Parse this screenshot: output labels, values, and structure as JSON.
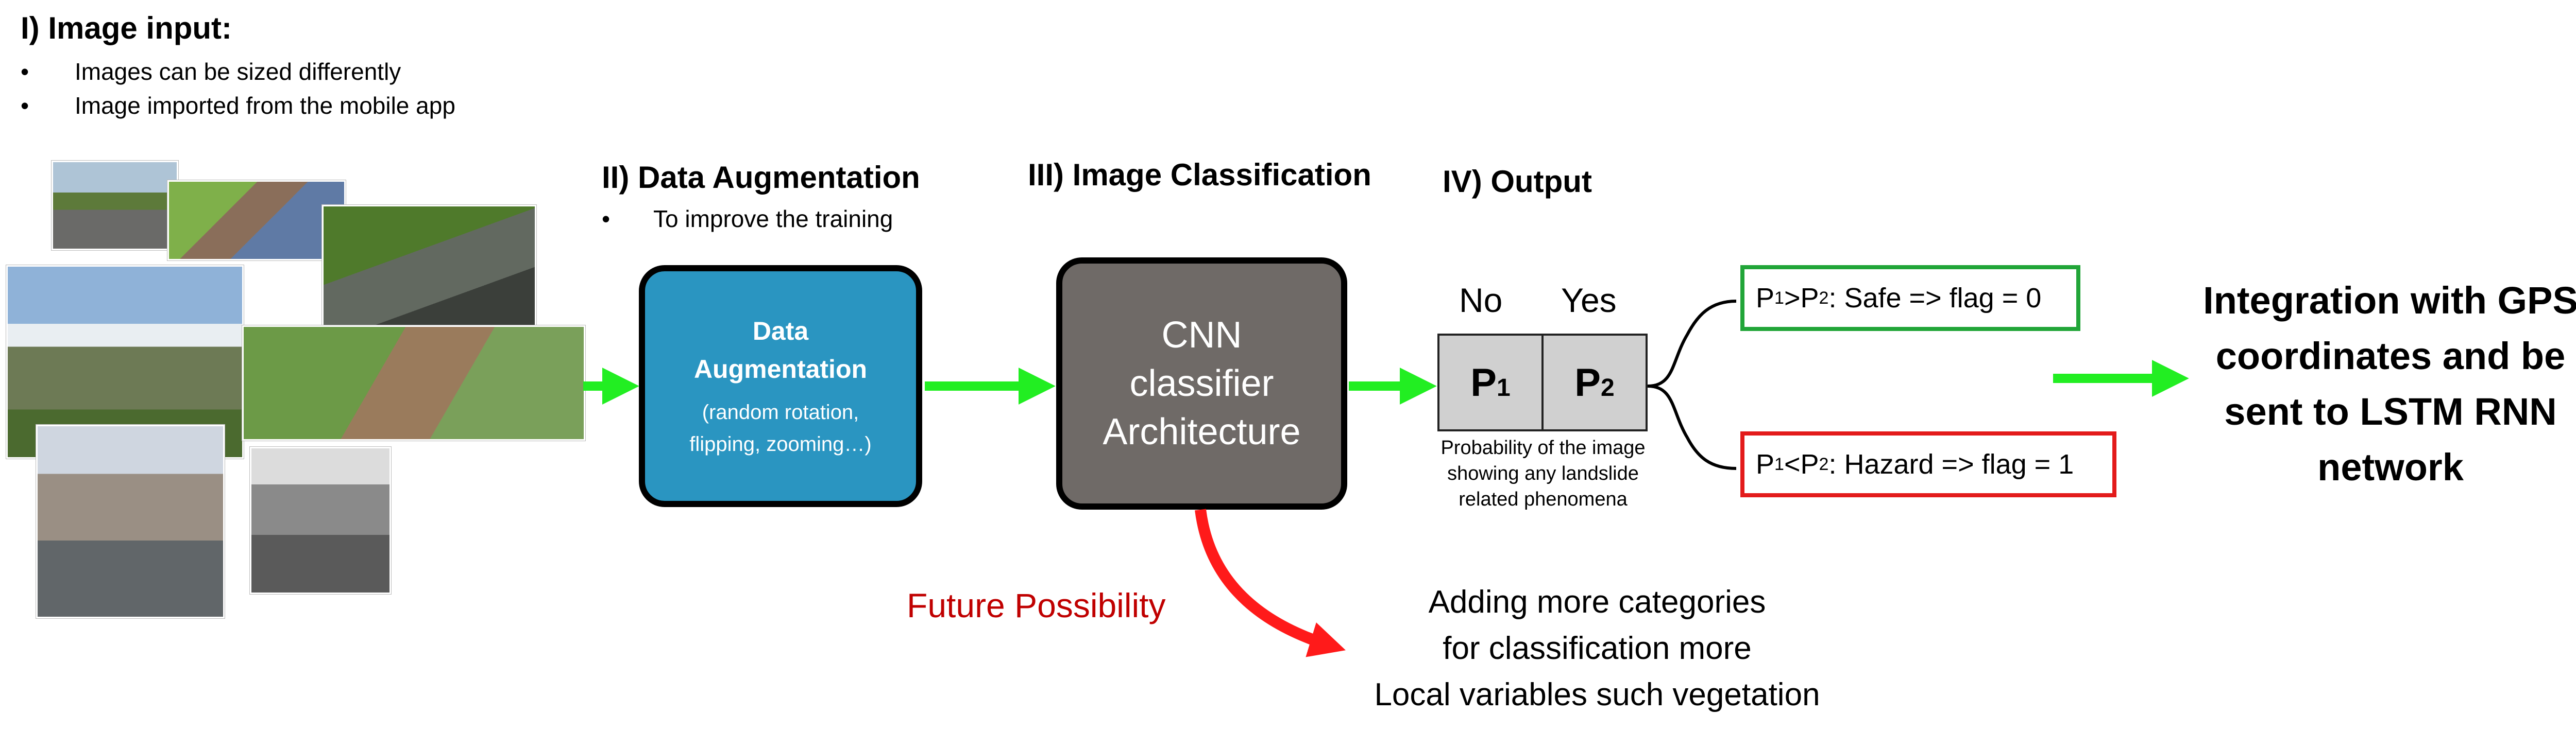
{
  "section1": {
    "title": "I) Image input:",
    "bullets": [
      "Images can be sized differently",
      "Image imported from the mobile app"
    ]
  },
  "section2": {
    "title": "II) Data Augmentation",
    "bullet": "To improve the training",
    "box_title_1": "Data",
    "box_title_2": "Augmentation",
    "box_sub_1": "(random rotation,",
    "box_sub_2": "flipping, zooming…)"
  },
  "section3": {
    "title": "III) Image Classification",
    "box_line_1": "CNN",
    "box_line_2": "classifier",
    "box_line_3": "Architecture"
  },
  "section4": {
    "title": "IV) Output",
    "no_label": "No",
    "yes_label": "Yes",
    "p1_main": "P",
    "p1_sub": "1",
    "p2_main": "P",
    "p2_sub": "2",
    "caption_1": "Probability of the image",
    "caption_2": "showing any landslide",
    "caption_3": "related phenomena"
  },
  "flags": {
    "safe": {
      "a": "P",
      "a_sub": "1",
      "op": ">",
      "b": "P",
      "b_sub": "2",
      "rest": ": Safe => flag = 0"
    },
    "hazard": {
      "a": "P",
      "a_sub": "1",
      "op": "<",
      "b": "P",
      "b_sub": "2",
      "rest": ": Hazard => flag = 1"
    }
  },
  "integration": {
    "line_1": "Integration with GPS",
    "line_2": "coordinates and be",
    "line_3": "sent to LSTM RNN",
    "line_4": "network"
  },
  "future": {
    "label": "Future Possibility",
    "line_1": "Adding more categories",
    "line_2": "for classification more",
    "line_3": "Local variables such vegetation"
  },
  "colors": {
    "arrow_green": "#22ee22",
    "aug_box": "#2a95c1",
    "cnn_box": "#6f6a67",
    "future_red": "#c00000",
    "safe_green": "#21a538",
    "hazard_red": "#e31b1b"
  }
}
